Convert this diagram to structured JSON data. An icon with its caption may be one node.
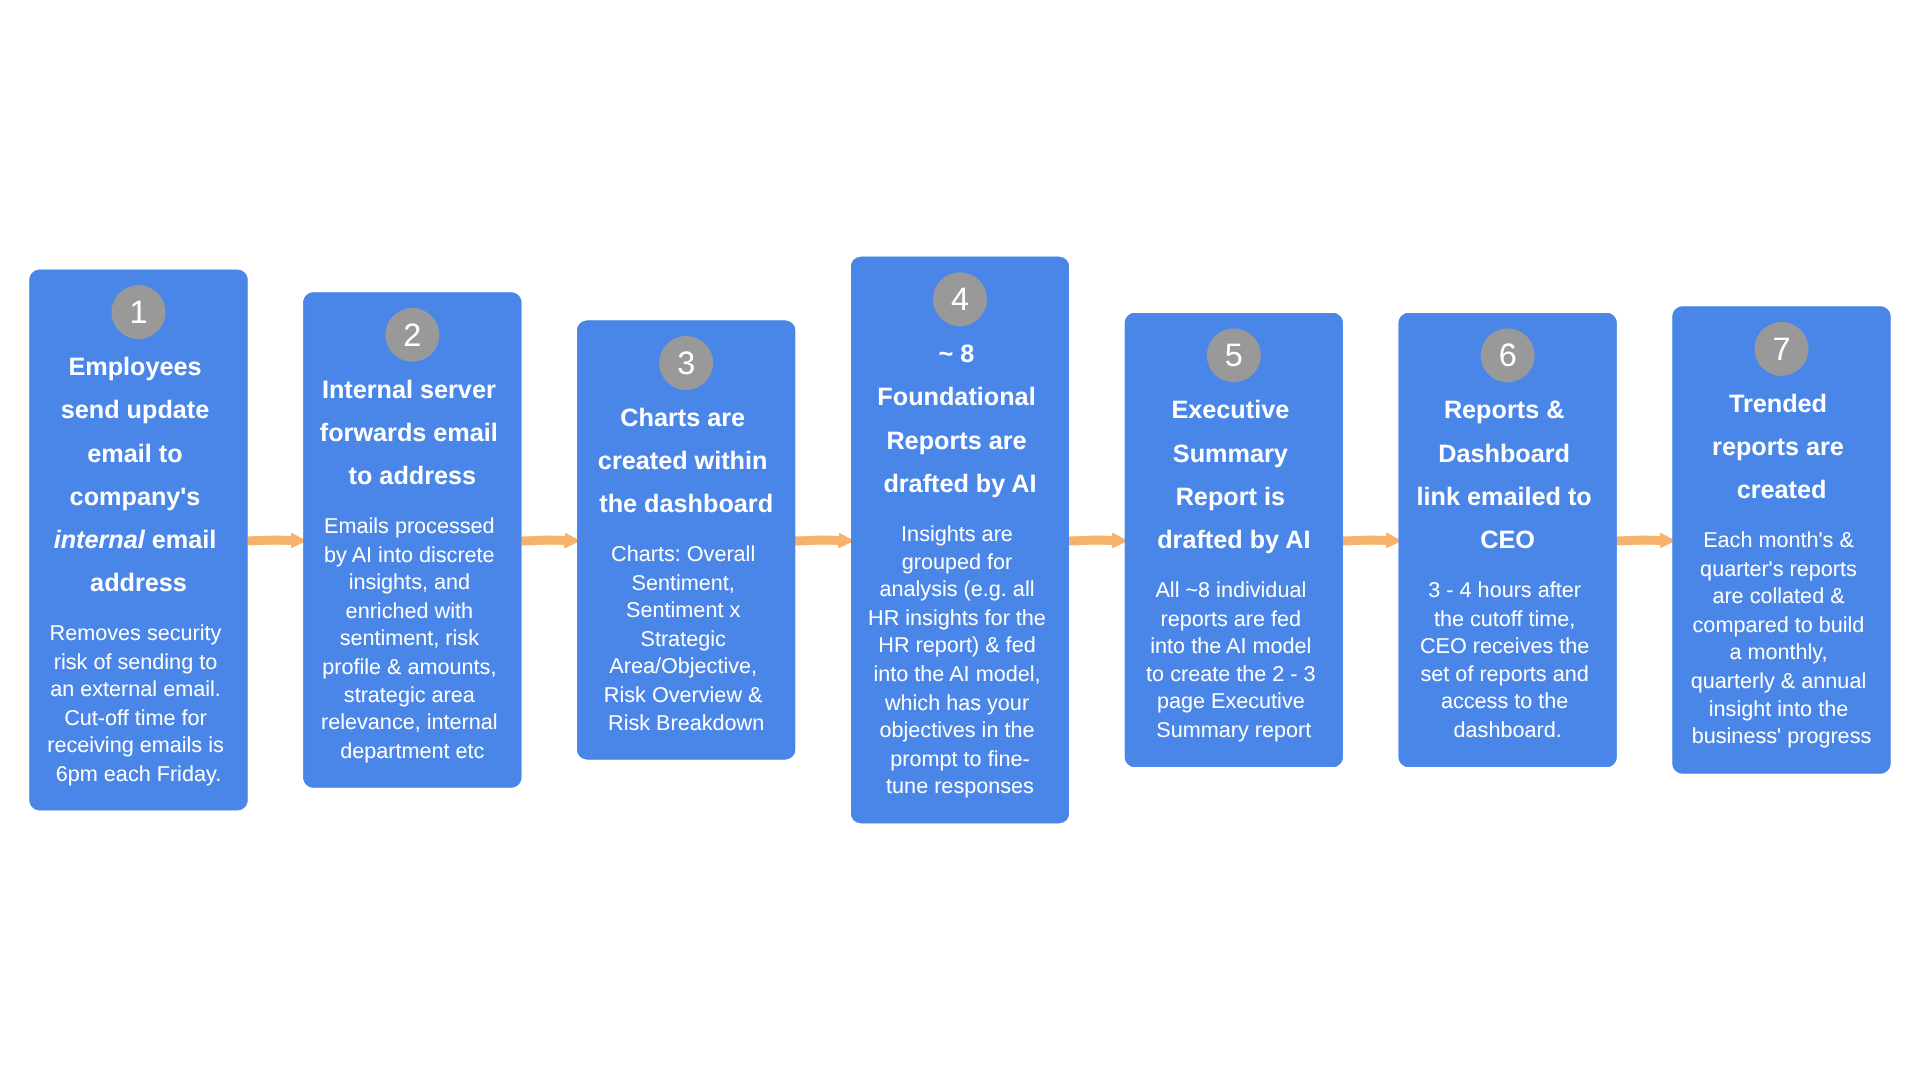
{
  "diagram": {
    "nodes": [
      {
        "text": [
          "1",
          "Employees send update email to company's *internal* email address",
          "Removes security risk of sending to an external email. Cut-off time for receiving emails is 6pm each Friday."
        ]
      },
      {
        "text": [
          "2",
          "Internal server forwards email to address",
          "Emails processed by AI into discrete insights, and enriched with sentiment, risk profile & amounts, strategic area relevance, internal department etc"
        ]
      },
      {
        "text": [
          "3",
          "Charts are created within the dashboard",
          "Charts: Overall Sentiment, Sentiment x Strategic Area/Objective, Risk Overview & Risk Breakdown"
        ]
      },
      {
        "text": [
          "4",
          "~ 8 Foundational Reports are drafted by AI",
          "Insights are grouped for analysis (e.g. all HR insights for the HR report) & fed into the AI model, which has your objectives in the prompt to fine-tune responses"
        ]
      },
      {
        "text": [
          "5",
          "Executive Summary Report is drafted by AI",
          "All ~8 individual reports are fed into the AI model to create the 2 - 3 page Executive Summary report"
        ]
      },
      {
        "text": [
          "6",
          "Reports & Dashboard link emailed to CEO",
          "3 - 4 hours after the cutoff time, CEO receives the set of reports and access to the dashboard."
        ]
      },
      {
        "text": [
          "7",
          "Trended reports are created",
          "Each month's & quarter's reports are collated & compared to build a monthly, quarterly & annual insight into the business' progress"
        ]
      }
    ],
    "edges": [
      {
        "from": 0,
        "to": 1,
        "arrow": "to"
      },
      {
        "from": 1,
        "to": 2,
        "arrow": "to"
      },
      {
        "from": 2,
        "to": 3,
        "arrow": "to"
      },
      {
        "from": 3,
        "to": 4,
        "arrow": "to"
      },
      {
        "from": 4,
        "to": 5,
        "arrow": "to"
      },
      {
        "from": 5,
        "to": 6,
        "arrow": "to"
      }
    ]
  }
}
